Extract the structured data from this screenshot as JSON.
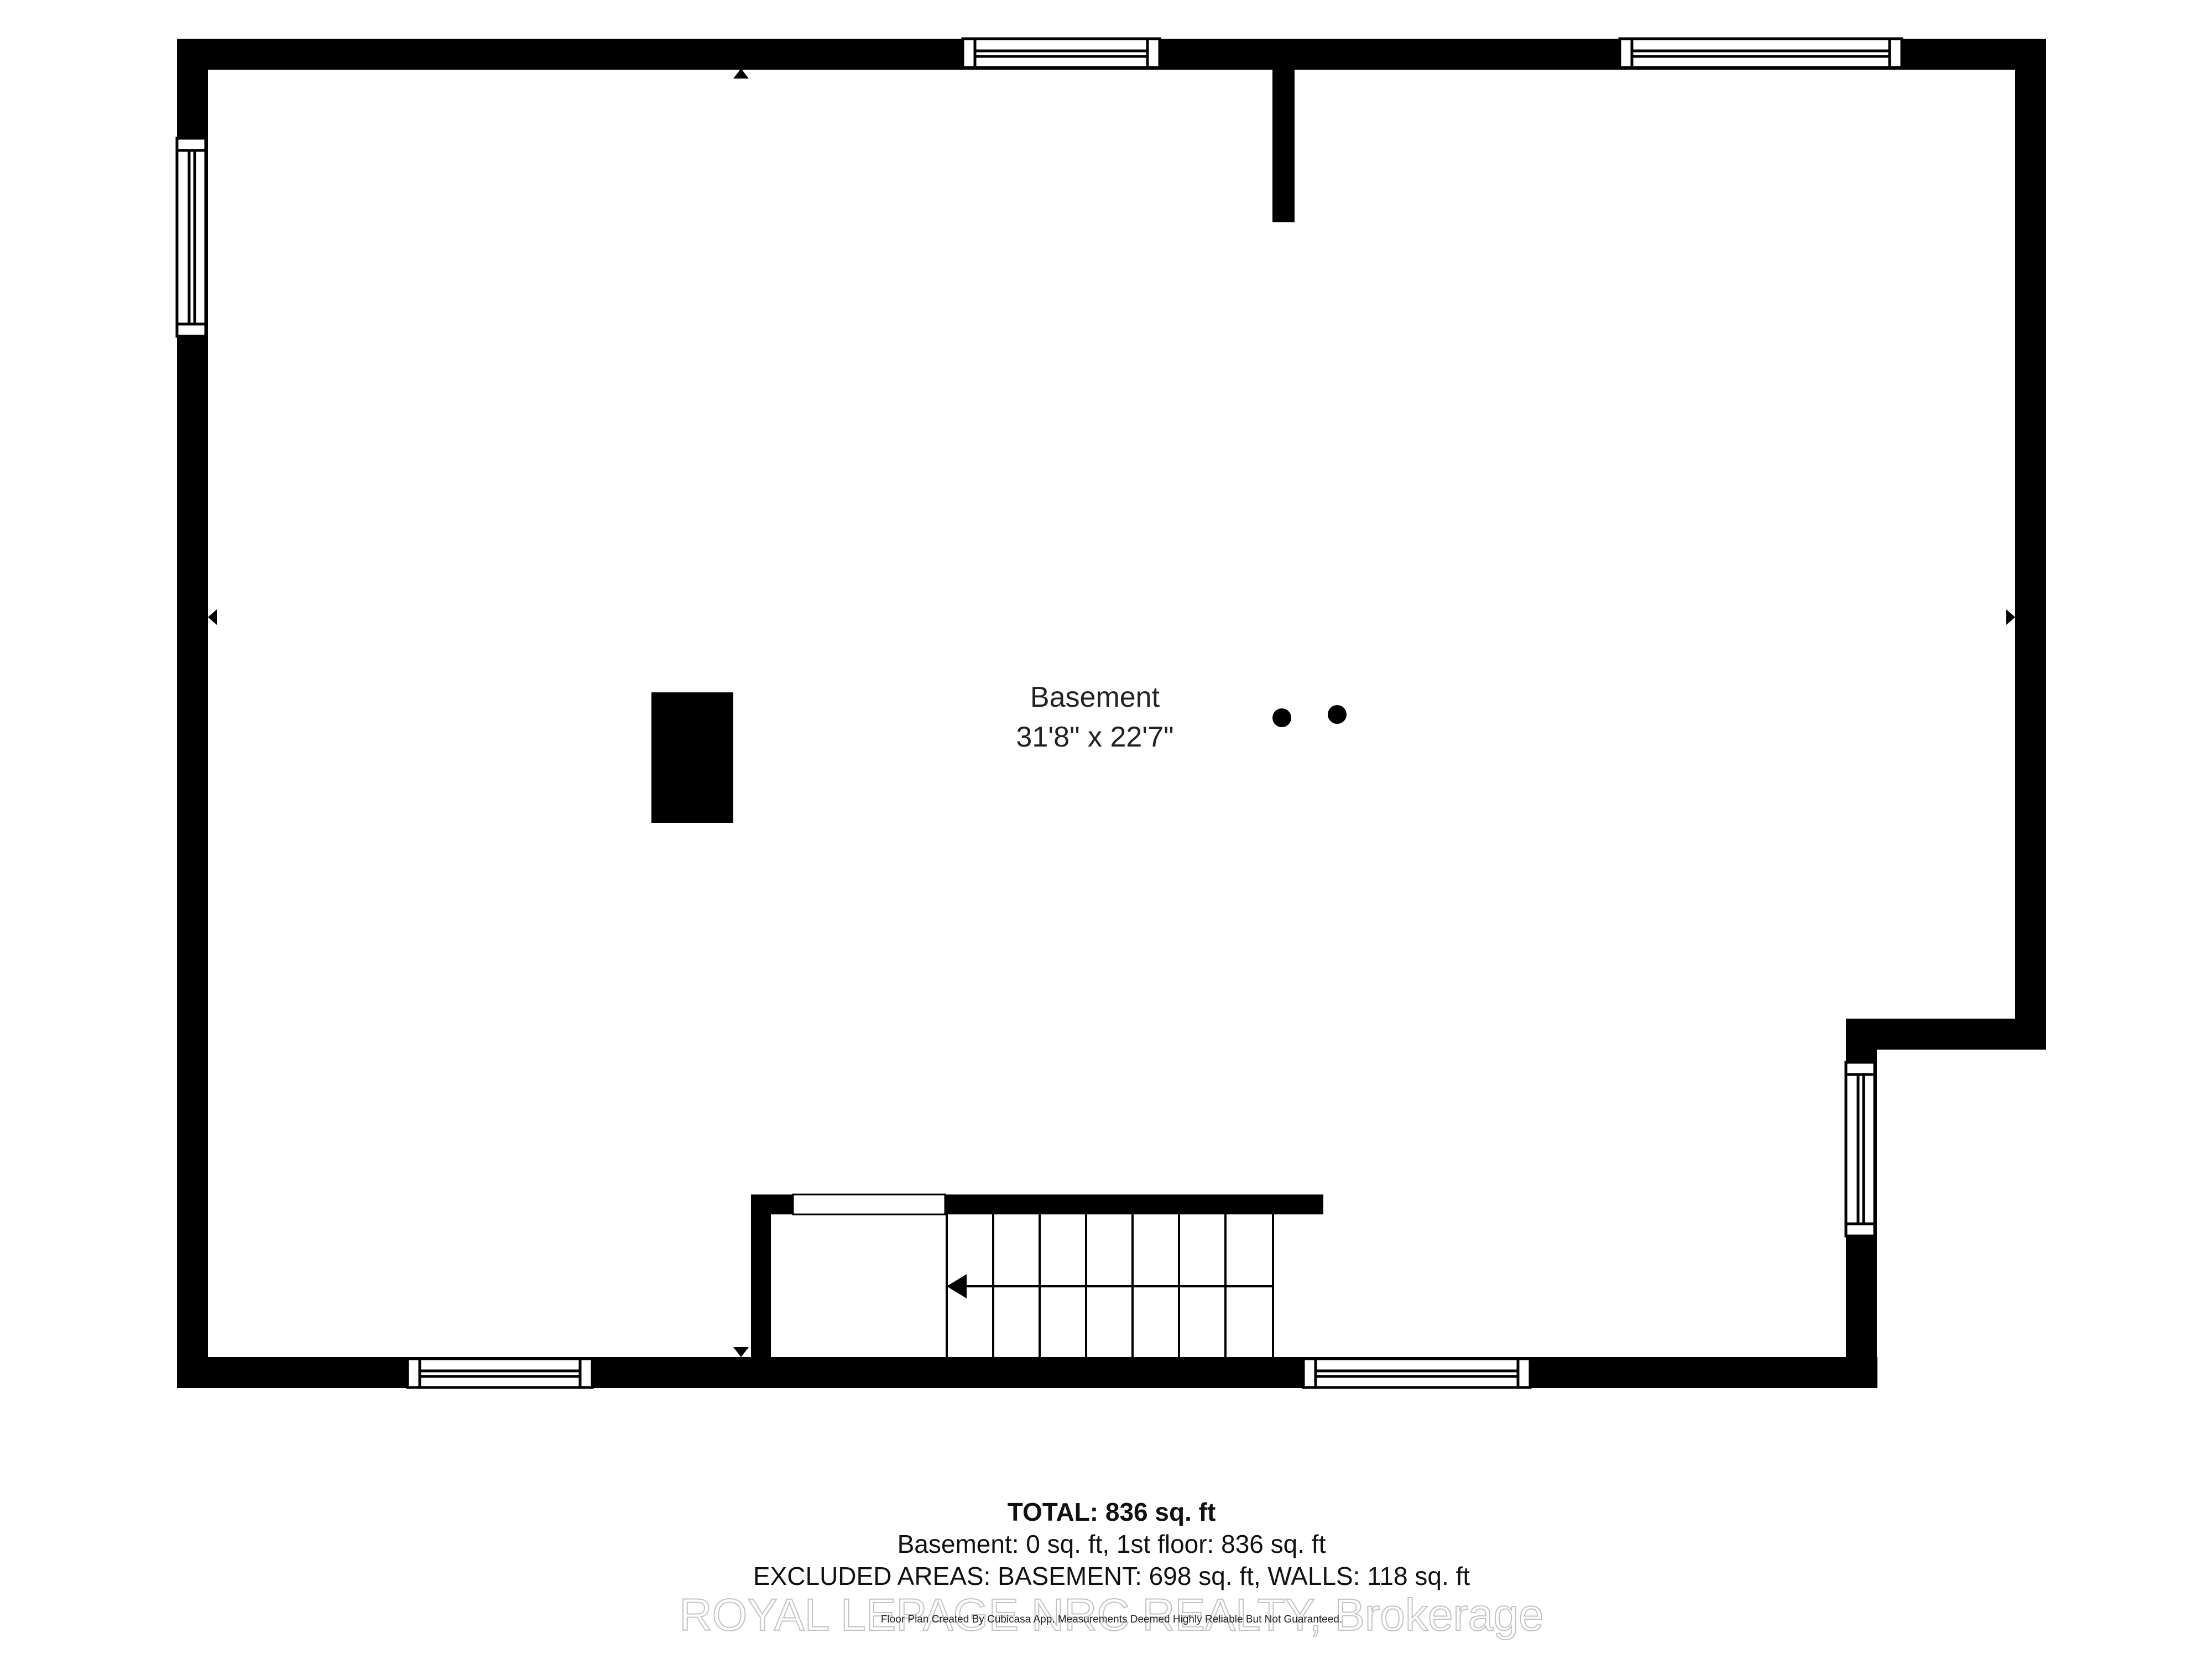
{
  "room": {
    "name": "Basement",
    "dimensions": "31'8\" x 22'7\""
  },
  "summary": {
    "total": "TOTAL: 836 sq. ft",
    "breakdown": "Basement: 0 sq. ft, 1st floor: 836 sq. ft",
    "excluded": "EXCLUDED AREAS: BASEMENT: 698 sq. ft, WALLS: 118 sq. ft",
    "credit": "Floor Plan Created By Cubicasa App. Measurements Deemed Highly Reliable But Not Guaranteed."
  },
  "watermark": "ROYAL LEPAGE NRC REALTY, Brokerage",
  "colors": {
    "wall": "#000000",
    "background": "#ffffff"
  }
}
